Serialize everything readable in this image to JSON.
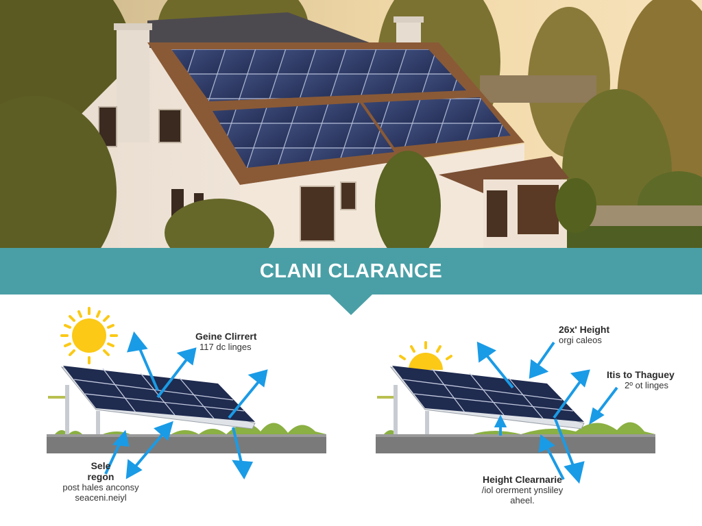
{
  "photo": {
    "subject": "house-with-rooftop-solar-panels",
    "alt": "Sunlit white house with solar panels on roof"
  },
  "banner": {
    "title": "CLANI CLARANCE",
    "color": "#4a9fa6"
  },
  "left_diagram": {
    "callout_top": {
      "title": "Geine Clirrert",
      "subtitle": "117 dc linges"
    },
    "callout_bottom": {
      "title_line1": "Sele",
      "title_line2": "regon",
      "subtitle_line1": "post hales anconsy",
      "subtitle_line2": "seaceni.neiyl"
    }
  },
  "right_diagram": {
    "callout_top": {
      "title": "26x' Height",
      "subtitle": "orgi caleos"
    },
    "callout_right": {
      "title": "Itis to Thaguey",
      "subtitle": "2º ot linges"
    },
    "callout_bottom": {
      "title": "Height Clearnarie",
      "subtitle_line1": "/iol orerment ynsliley",
      "subtitle_line2": "aheel."
    }
  },
  "colors": {
    "arrow": "#1a9be6",
    "sun": "#fbc916",
    "panel": "#1f2b4f",
    "ground": "#7a7a7a",
    "grass": "#8bb043"
  }
}
